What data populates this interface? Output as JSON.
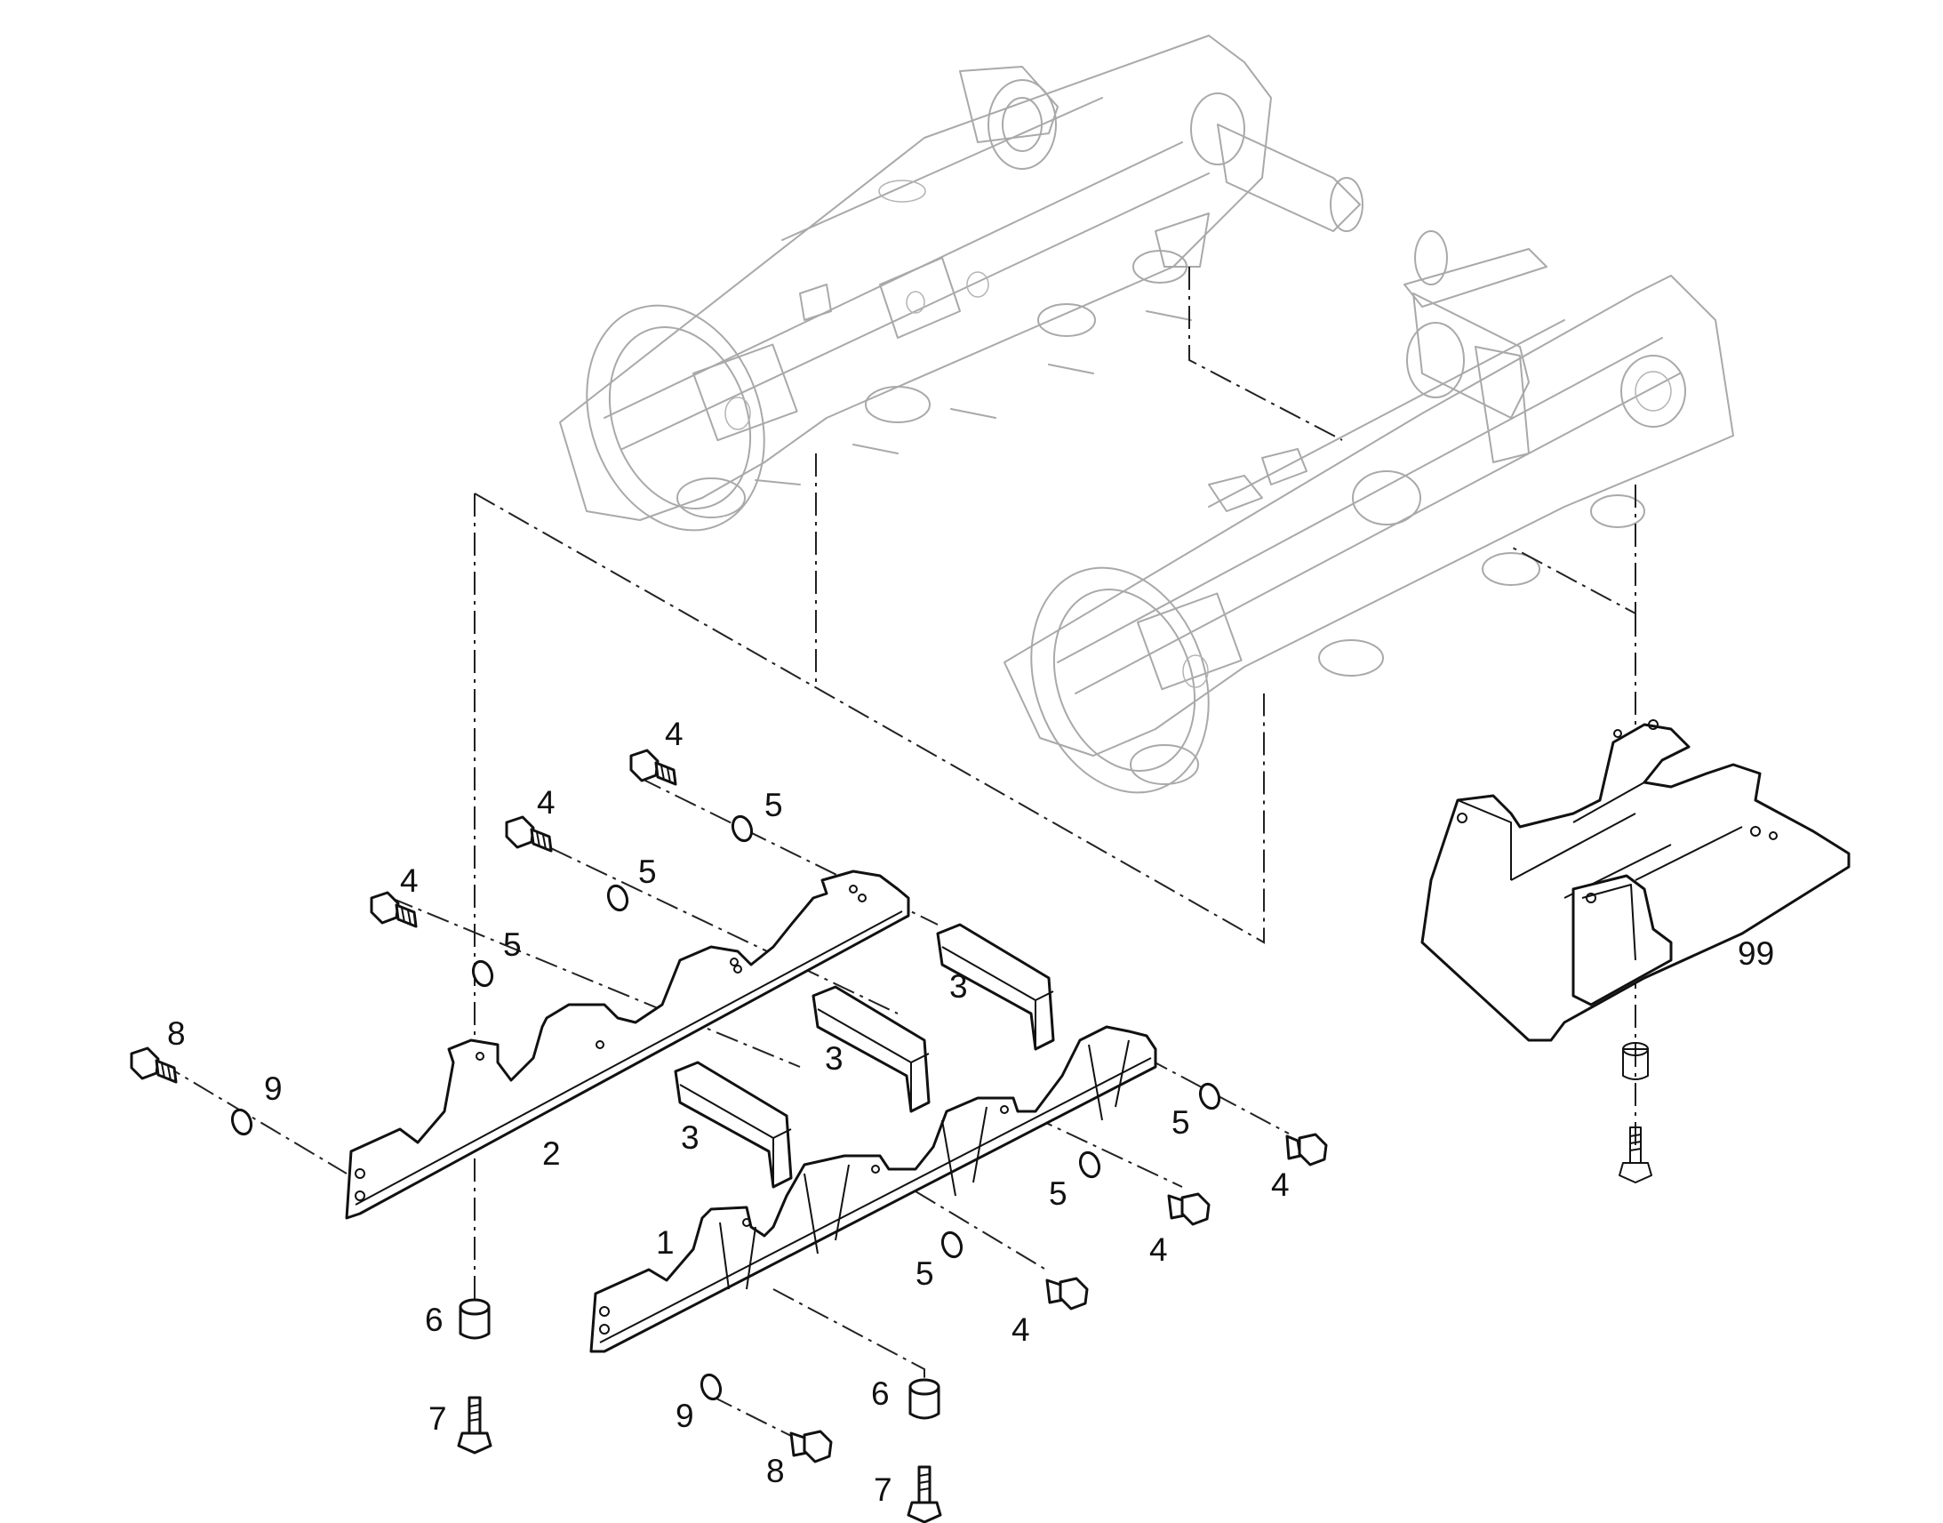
{
  "callouts": {
    "c1": "1",
    "c2": "2",
    "c3a": "3",
    "c3b": "3",
    "c3c": "3",
    "c4a": "4",
    "c4b": "4",
    "c4c": "4",
    "c4d": "4",
    "c4e": "4",
    "c4f": "4",
    "c5a": "5",
    "c5b": "5",
    "c5c": "5",
    "c5d": "5",
    "c5e": "5",
    "c5f": "5",
    "c6a": "6",
    "c6b": "6",
    "c7a": "7",
    "c7b": "7",
    "c8a": "8",
    "c8b": "8",
    "c9a": "9",
    "c9b": "9",
    "c99": "99"
  }
}
